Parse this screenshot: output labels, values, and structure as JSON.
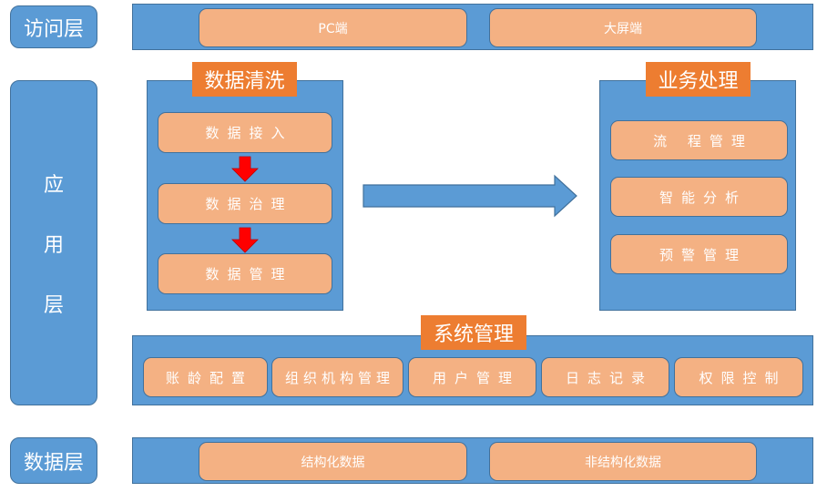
{
  "layers": {
    "access": {
      "label": "访问层",
      "items": [
        "PC端",
        "大屏端"
      ]
    },
    "application": {
      "label_chars": [
        "应",
        "用",
        "层"
      ],
      "data_cleaning": {
        "title": "数据清洗",
        "steps": [
          "数据接入",
          "数据治理",
          "数据管理"
        ]
      },
      "business": {
        "title": "业务处理",
        "items": [
          "流 程管理",
          "智能分析",
          "预警管理"
        ]
      },
      "system": {
        "title": "系统管理",
        "items": [
          "账龄配置",
          "组织机构管理",
          "用户管理",
          "日志记录",
          "权限控制"
        ]
      }
    },
    "data": {
      "label": "数据层",
      "items": [
        "结构化数据",
        "非结构化数据"
      ]
    }
  },
  "colors": {
    "layer_blue": "#5b9bd5",
    "border_blue": "#41719c",
    "chip_orange": "#f4b183",
    "title_orange": "#ed7d31",
    "step_arrow_red": "#ff0000"
  }
}
